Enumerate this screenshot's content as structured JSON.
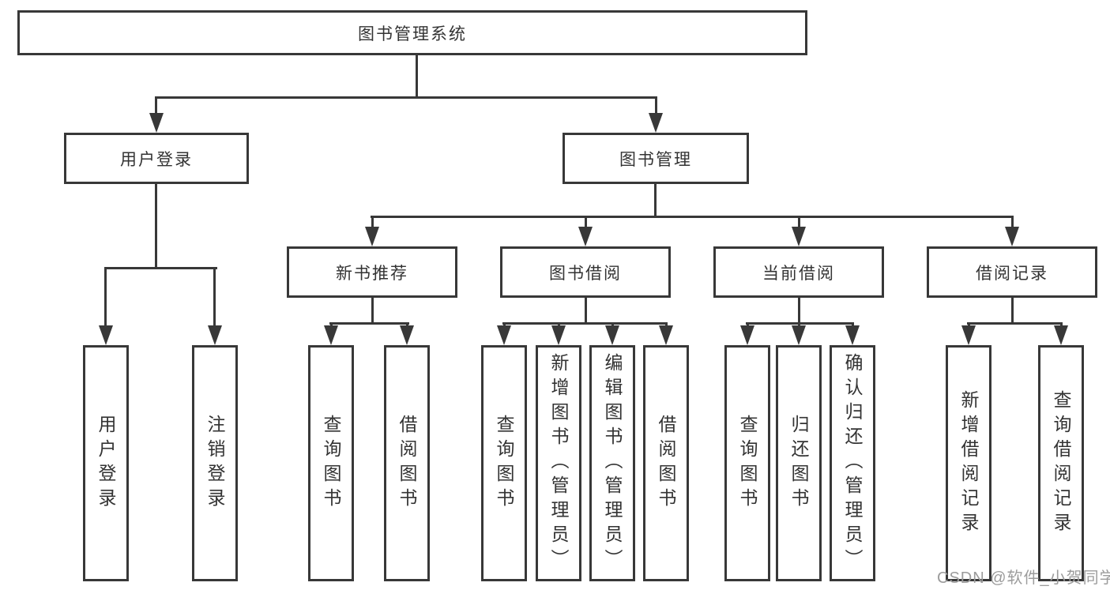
{
  "diagram": {
    "root": {
      "label": "图书管理系统"
    },
    "branches": [
      {
        "label": "用户登录",
        "leaves": [
          "用户登录",
          "注销登录"
        ]
      },
      {
        "label": "图书管理",
        "children": [
          {
            "label": "新书推荐",
            "leaves": [
              "查询图书",
              "借阅图书"
            ]
          },
          {
            "label": "图书借阅",
            "leaves": [
              "查询图书",
              "新增图书（管理员）",
              "编辑图书（管理员）",
              "借阅图书"
            ]
          },
          {
            "label": "当前借阅",
            "leaves": [
              "查询图书",
              "归还图书",
              "确认归还（管理员）"
            ]
          },
          {
            "label": "借阅记录",
            "leaves": [
              "新增借阅记录",
              "查询借阅记录"
            ]
          }
        ]
      }
    ]
  },
  "watermark": {
    "text": "CSDN @软件_小贺同学"
  },
  "colors": {
    "line": "#383838",
    "text": "#333333",
    "watermark_text": "#9c9c9c",
    "background": "#ffffff"
  }
}
